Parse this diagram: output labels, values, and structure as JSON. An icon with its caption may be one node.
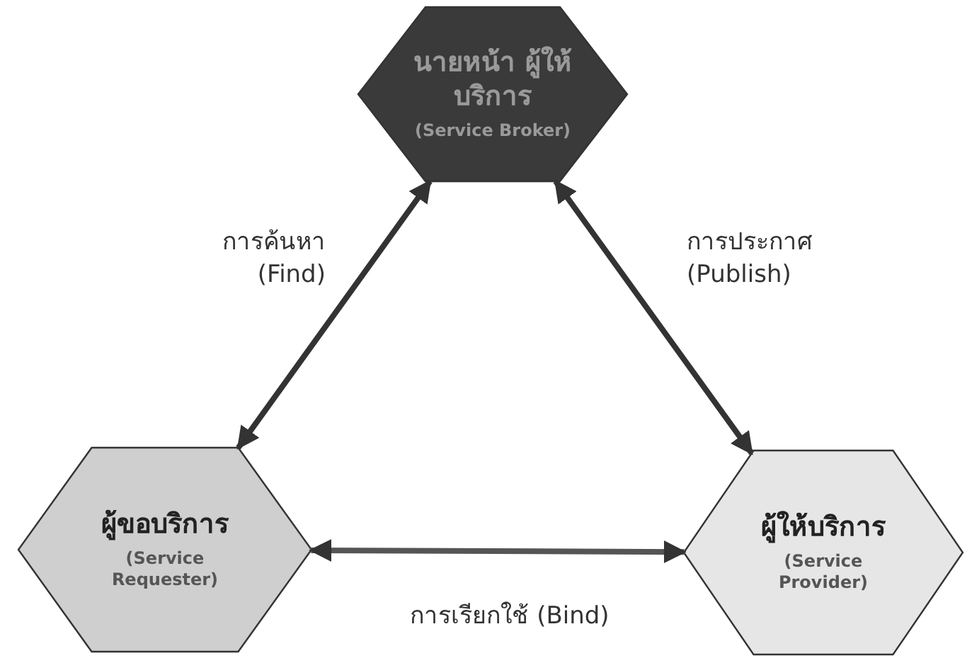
{
  "diagram": {
    "nodes": [
      {
        "text": [
          "นายหน้า ผู้ให้บริการ",
          "(Service Broker)"
        ]
      },
      {
        "text": [
          "ผู้ขอบริการ",
          "(Service Requester)"
        ]
      },
      {
        "text": [
          "ผู้ให้บริการ",
          "(Service Provider)"
        ]
      }
    ],
    "edges": [
      {
        "from": 0,
        "to": 1,
        "arrow": "both",
        "label": "การค้นหา (Find)"
      },
      {
        "from": 0,
        "to": 2,
        "arrow": "both",
        "label": "การประกาศ (Publish)"
      },
      {
        "from": 1,
        "to": 2,
        "arrow": "both",
        "label": "การเรียกใช้ (Bind)"
      }
    ]
  }
}
